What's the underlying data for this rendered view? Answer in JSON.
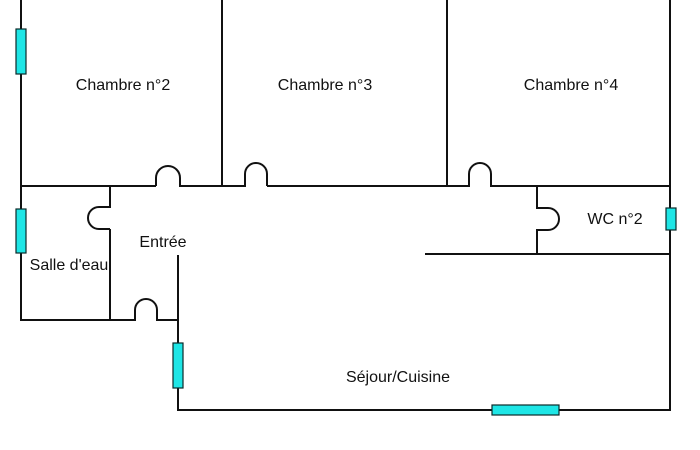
{
  "rooms": {
    "chambre2": "Chambre n°2",
    "chambre3": "Chambre n°3",
    "chambre4": "Chambre n°4",
    "wc2": "WC n°2",
    "entree": "Entrée",
    "salle_eau": "Salle d'eau",
    "sejour": "Séjour/Cuisine"
  },
  "colors": {
    "wall": "#111111",
    "window": "#1ee6e6",
    "background": "#ffffff"
  }
}
